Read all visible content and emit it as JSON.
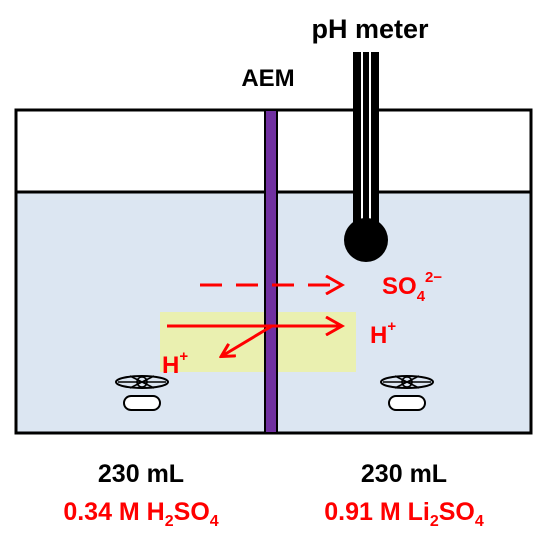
{
  "labels": {
    "ph_meter": "pH meter",
    "membrane": "AEM",
    "sulfate_ion": {
      "base": "SO",
      "sub": "4",
      "sup": "2−"
    },
    "proton_right": {
      "base": "H",
      "sup": "+"
    },
    "proton_left": {
      "base": "H",
      "sup": "+"
    }
  },
  "left_chamber": {
    "volume": "230 mL",
    "solution": {
      "prefix": "0.34 M H",
      "sub1": "2",
      "mid": "SO",
      "sub2": "4"
    }
  },
  "right_chamber": {
    "volume": "230 mL",
    "solution": {
      "prefix": "0.91 M Li",
      "sub1": "2",
      "mid": "SO",
      "sub2": "4"
    }
  },
  "colors": {
    "solution": "#dce6f2",
    "membrane": "#7030a0",
    "arrow": "#ff0000",
    "highlight": "#ebf1a8",
    "text": "#000000",
    "accent_text": "#ff0000"
  }
}
